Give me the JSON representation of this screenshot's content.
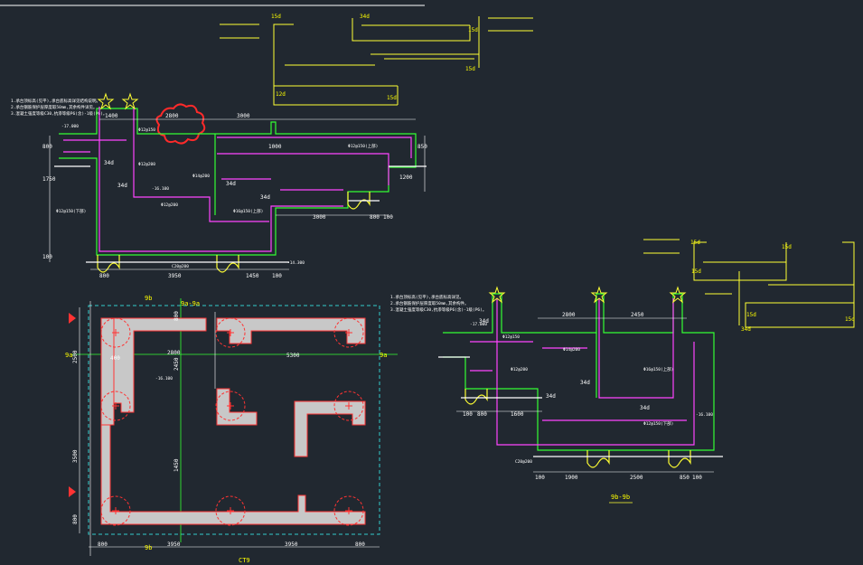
{
  "view_titles": {
    "section_a": "9a-9a",
    "section_b": "9b-9b",
    "plan": "CT9"
  },
  "axis_labels": {
    "plan_top": "9b",
    "plan_left": "9a",
    "plan_right": "9a",
    "plan_bottom": "9b"
  },
  "plan_dims": {
    "top_left": "400",
    "top_mid": "2800",
    "top_right": "5300",
    "vert_mid": "2450",
    "left_top": "2500",
    "left_mid": "3500",
    "left_bot": "800",
    "center_vert": "1450",
    "bottom": [
      "800",
      "3950",
      "3950",
      "800"
    ],
    "top_small": "800",
    "elev_mark": "-16.100"
  },
  "section_a_dims": {
    "top": [
      "1400",
      "2800",
      "3000"
    ],
    "bottom": [
      "800",
      "3950",
      "1450",
      "100"
    ],
    "right_low": [
      "3000",
      "800",
      "100"
    ],
    "left_vert": [
      "800",
      "1750",
      "100"
    ],
    "right_vert": [
      "850",
      "1000",
      "1200"
    ],
    "bars": [
      "34d",
      "34d",
      "34d",
      "34d"
    ],
    "callouts": [
      "Φ12@150",
      "Φ12@200",
      "Φ14@200",
      "Φ12@150(上部)",
      "Φ16@150(上部)",
      "Φ12@150(下部)",
      "Φ12@200",
      "C20@200",
      "-17.000",
      "-16.100",
      "-14.300"
    ]
  },
  "section_b_dims": {
    "top": [
      "2800",
      "2450"
    ],
    "bottom": [
      "100",
      "1900",
      "2500",
      "850",
      "100"
    ],
    "left_low": [
      "100",
      "800",
      "1600"
    ],
    "bars": [
      "34d",
      "34d",
      "34d",
      "34d"
    ],
    "callouts": [
      "Φ12@150",
      "Φ12@200",
      "Φ14@200",
      "Φ16@150(上部)",
      "Φ12@150(下部)",
      "-17.000",
      "-16.100",
      "C20@200"
    ]
  },
  "detail_labels": {
    "top_group": [
      "15d",
      "34d",
      "15d",
      "12d",
      "15d",
      "15d"
    ],
    "right_group": [
      "15d",
      "15d",
      "15d",
      "34d",
      "15d",
      "15d"
    ]
  },
  "notes": [
    "1.承台顶标高(见平),承台底标高详见结构说明。",
    "2.承台钢筋保护层厚度取50mm,其余构件详见。",
    "3.混凝土强度等级C30,抗渗等级P6(含)-1级(P6)。"
  ],
  "notes_b": [
    "1.承台顶标高(见平),承台底标高详见。",
    "2.承台钢筋保护层厚度取50mm,其余构件。",
    "3.混凝土强度等级C30,抗渗等级P6(含)-1级(P6)。"
  ]
}
